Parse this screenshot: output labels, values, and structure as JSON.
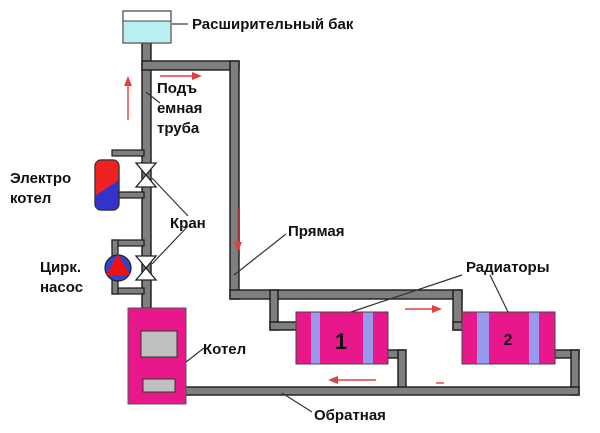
{
  "labels": {
    "expansion_tank": "Расширительный бак",
    "riser_line1": "Подъ",
    "riser_line2": "емная",
    "riser_line3": "труба",
    "electric_boiler_line1": "Электро",
    "electric_boiler_line2": "котел",
    "valve": "Кран",
    "pump_line1": "Цирк.",
    "pump_line2": "насос",
    "supply_line": "Прямая",
    "radiators": "Радиаторы",
    "boiler": "Котел",
    "return_line": "Обратная"
  },
  "radiator_numbers": [
    "1",
    "2"
  ],
  "colors": {
    "pipe": "#7f7f7f",
    "pipe_outline": "#1a1a1a",
    "tank_water": "#b7f0f0",
    "boiler": "#e8188c",
    "radiator_body": "#e8188c",
    "radiator_center": "#9999ee",
    "electric_boiler_hot": "#ee2222",
    "electric_boiler_cold": "#3333cc",
    "pump_fill": "#3344cc",
    "pump_triangle": "#ee1111",
    "flow_arrow": "#e04040",
    "leader": "#333333",
    "text": "#111111"
  }
}
